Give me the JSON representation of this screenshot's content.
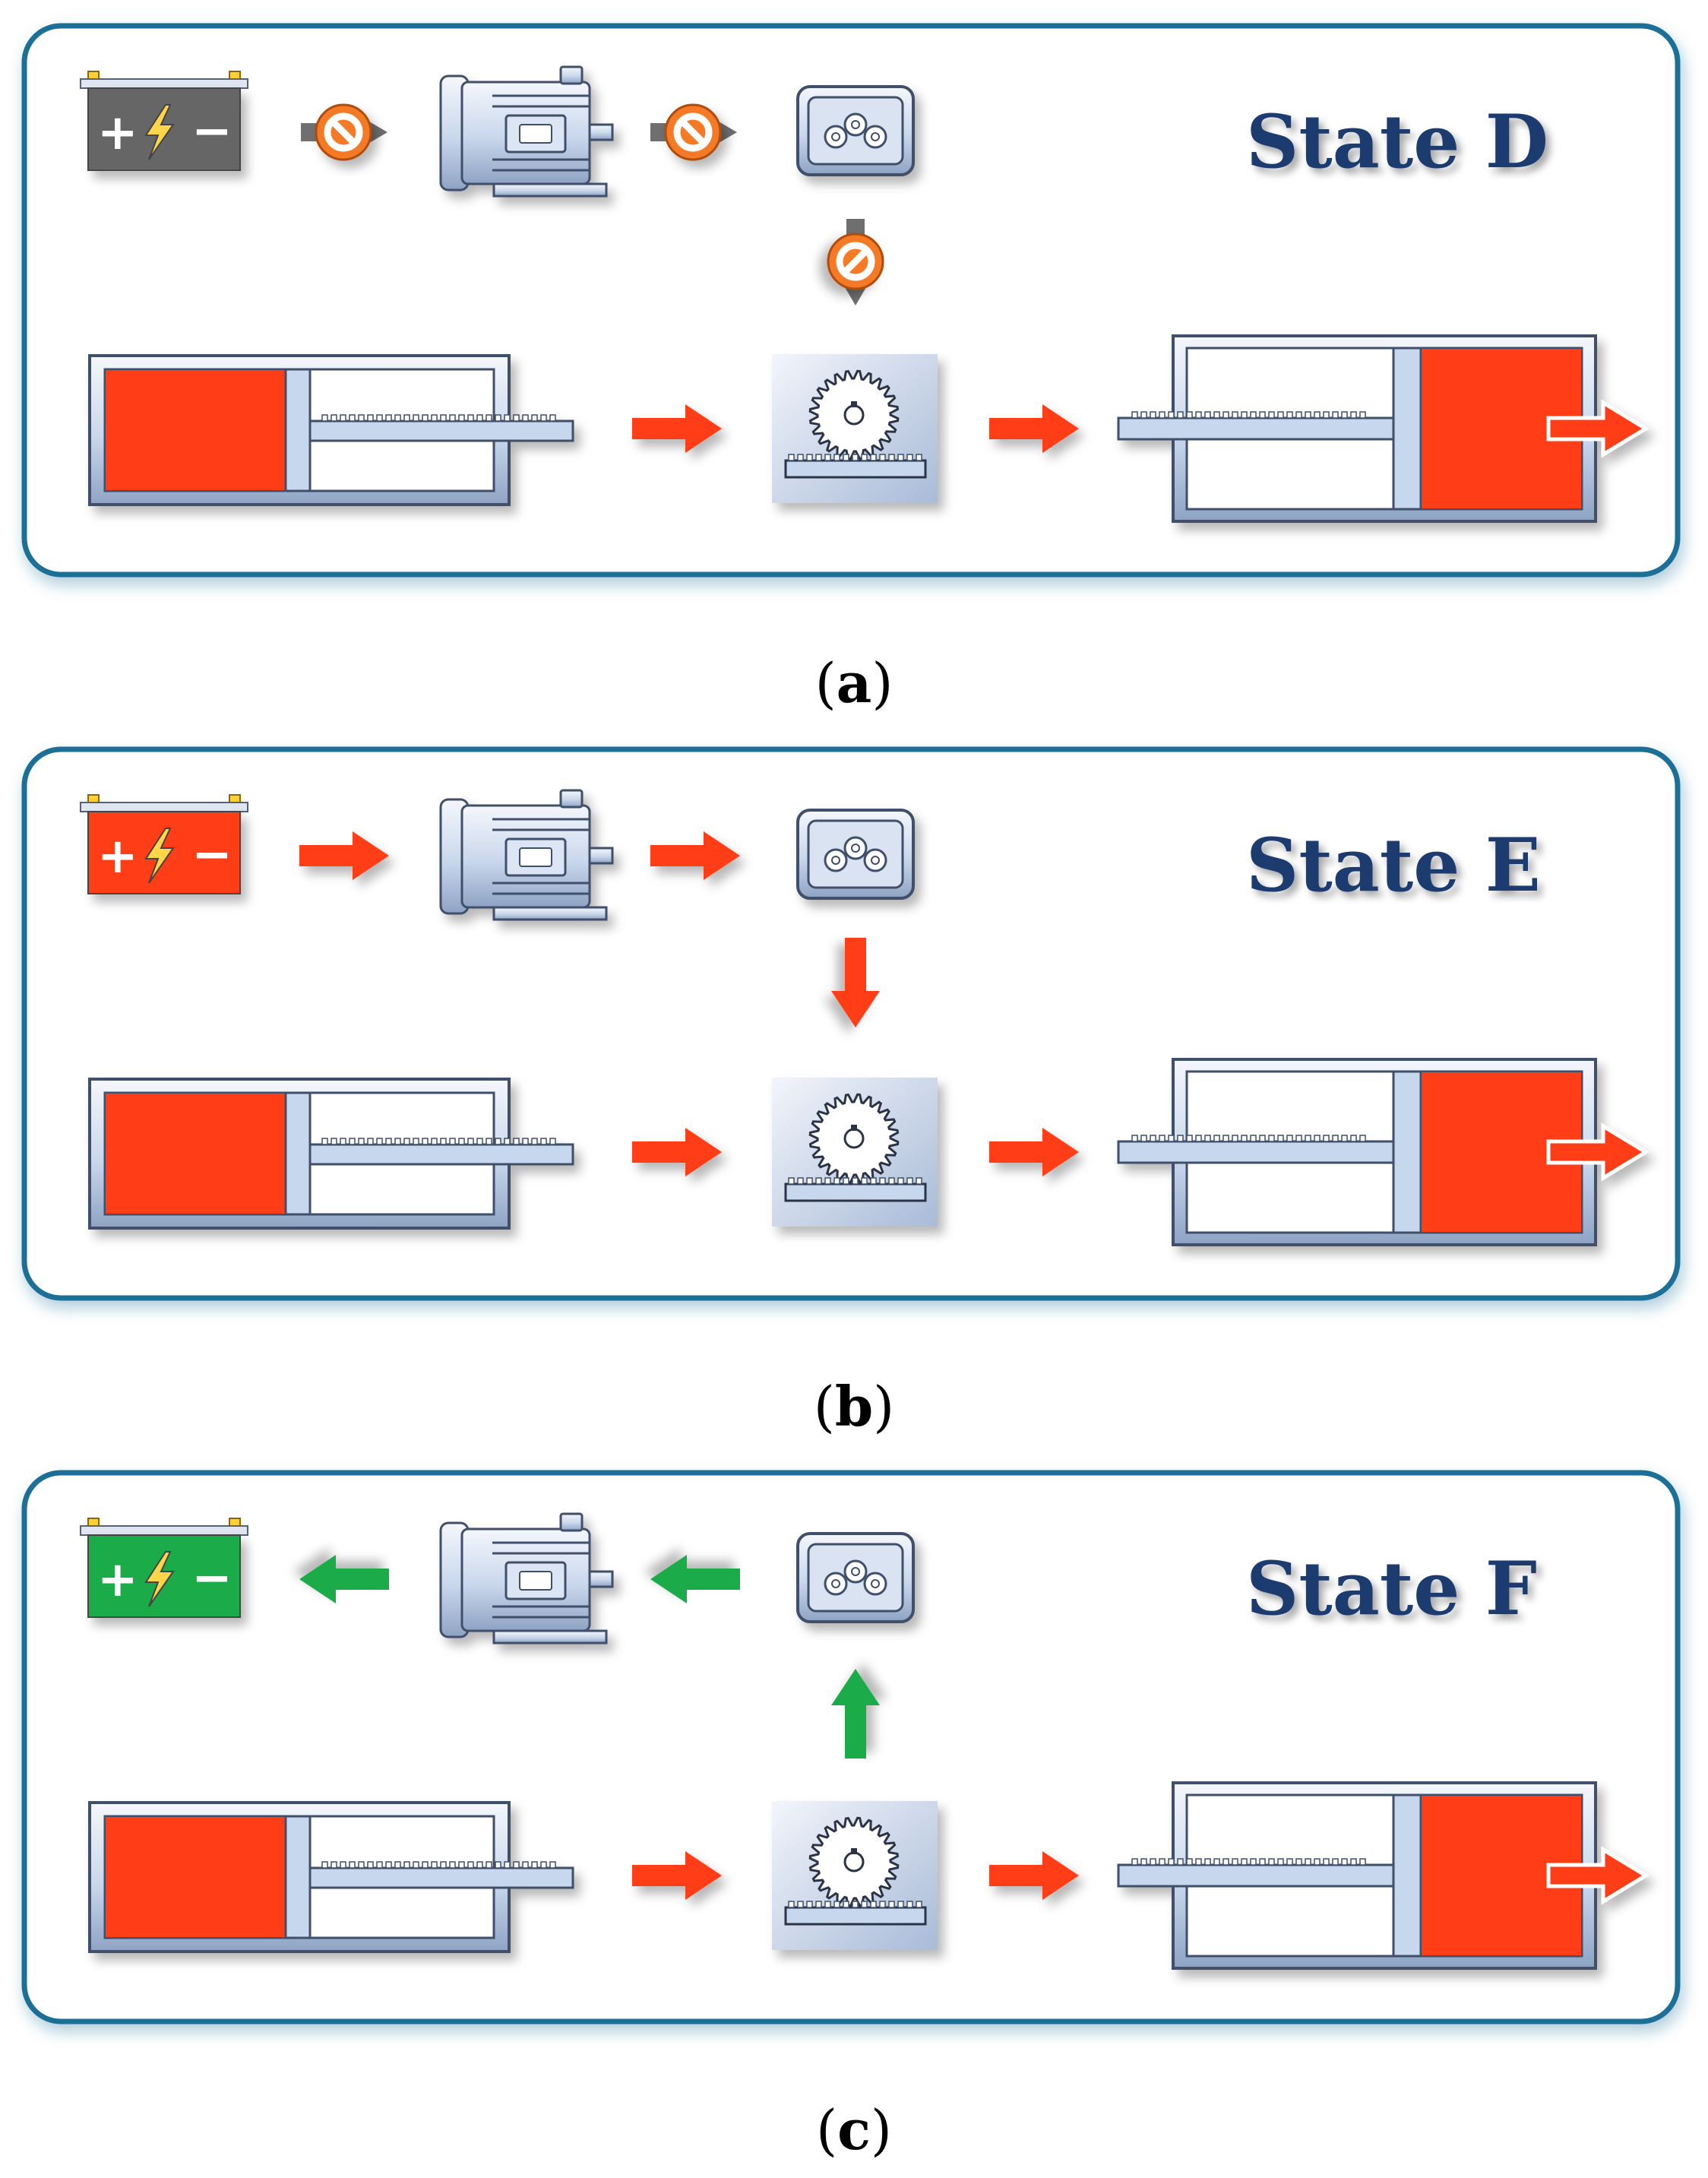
{
  "panels": [
    {
      "state_title": "State D",
      "caption_letter": "a",
      "battery_color": "#666666",
      "top_flow": "blocked",
      "top_arrow_color": "#ff3c17"
    },
    {
      "state_title": "State E",
      "caption_letter": "b",
      "battery_color": "#ff3c17",
      "top_flow": "forward",
      "top_arrow_color": "#ff3c17"
    },
    {
      "state_title": "State F",
      "caption_letter": "c",
      "battery_color": "#1fab4a",
      "top_flow": "reverse",
      "top_arrow_color": "#1fab4a"
    }
  ],
  "battery_symbols": {
    "plus": "+",
    "minus": "−"
  },
  "caption_parens": {
    "open": "(",
    "close": ")"
  },
  "colors": {
    "frame": "#1f6f98",
    "title": "#1a3a6e",
    "hydraulic_arrow": "#ff3c17",
    "blocked_icon": "#f47a25",
    "charging": "#1fab4a",
    "metal_light": "#eef3fb",
    "metal_dark": "#9fb4d4"
  },
  "icons": [
    "battery-icon",
    "electric-motor-icon",
    "gearbox-icon",
    "blocked-icon",
    "hydraulic-cylinder-icon",
    "rack-pinion-gear-icon",
    "arrow-icon"
  ]
}
